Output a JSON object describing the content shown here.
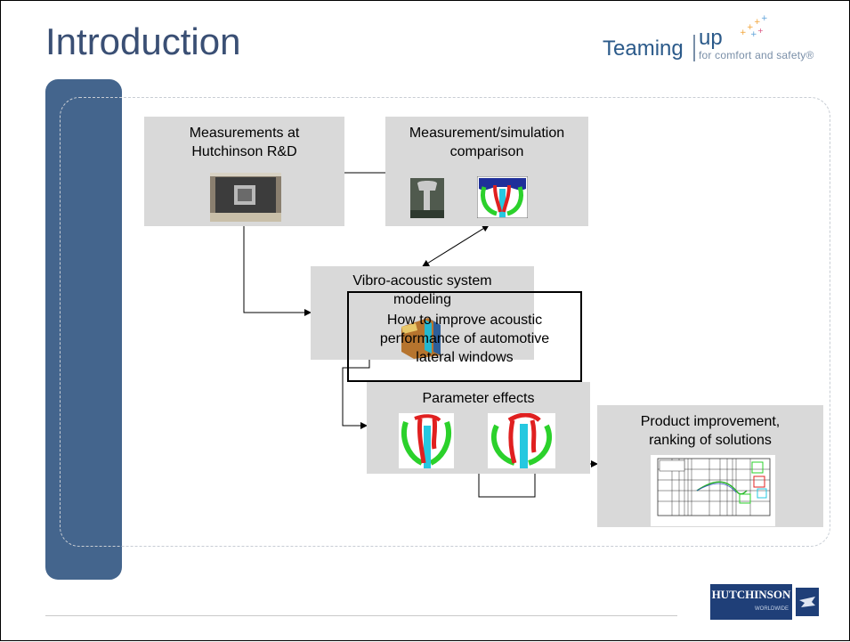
{
  "title": "Introduction",
  "logo": {
    "word": "Teaming",
    "up": "up",
    "tagline": "for comfort and safety®"
  },
  "boxes": {
    "measurements": "Measurements at\nHutchinson R&D",
    "comparison": "Measurement/simulation\ncomparison",
    "modeling": "Vibro-acoustic system\nmodeling",
    "overlay": "How to improve acoustic\nperformance of automotive\nlateral windows",
    "parameters": "Parameter effects",
    "product": "Product improvement,\nranking of solutions"
  },
  "footer_logo": {
    "name": "HUTCHINSON",
    "sub": "WORLDWIDE"
  },
  "colors": {
    "title": "#3a4f74",
    "sidebar": "#44658d",
    "box_fill": "#d9d9d9",
    "logo_blue": "#2b5a8a",
    "hutchinson_blue": "#1f3f78"
  }
}
